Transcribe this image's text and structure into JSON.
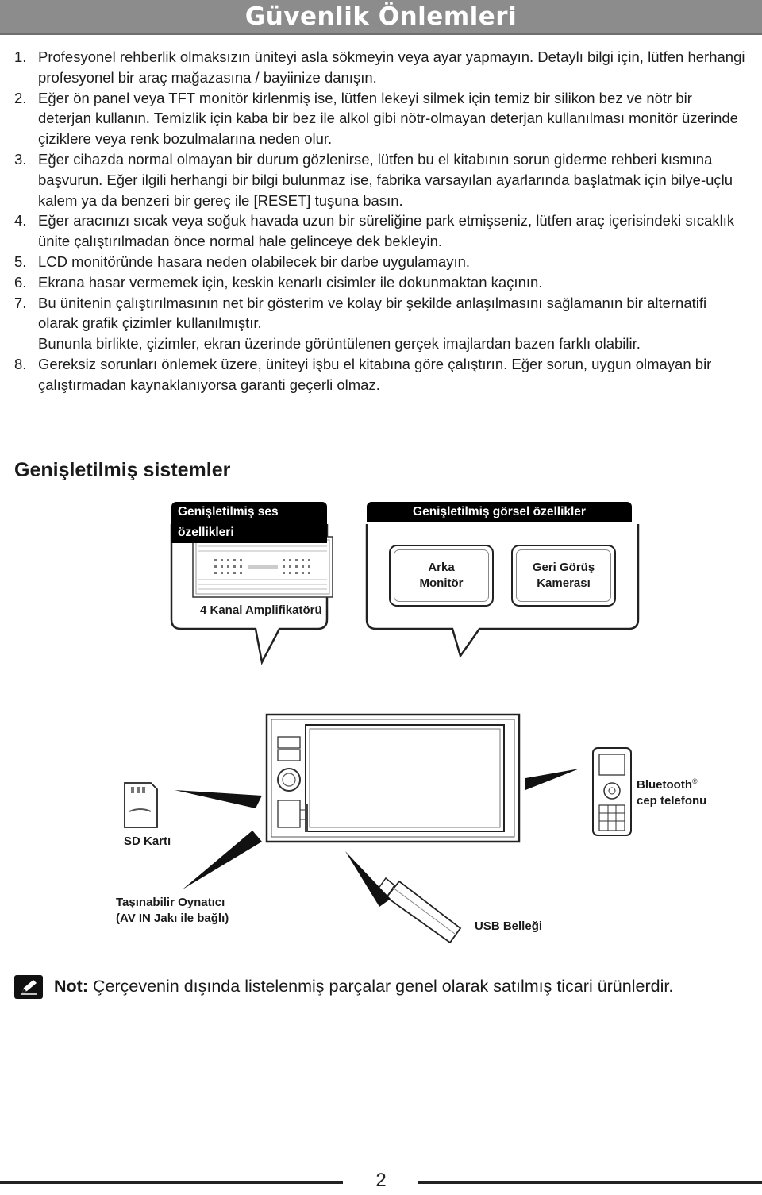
{
  "title": "Güvenlik Önlemleri",
  "precautions": [
    {
      "num": "1.",
      "text": "Profesyonel rehberlik olmaksızın üniteyi asla sökmeyin veya ayar yapmayın. Detaylı bilgi için, lütfen herhangi profesyonel bir araç mağazasına / bayiinize danışın."
    },
    {
      "num": "2.",
      "text": "Eğer ön panel veya TFT monitör kirlenmiş ise, lütfen lekeyi silmek için temiz bir silikon bez ve nötr bir deterjan kullanın. Temizlik için kaba bir bez ile alkol gibi nötr-olmayan deterjan kullanılması monitör üzerinde çiziklere veya renk bozulmalarına neden olur."
    },
    {
      "num": "3.",
      "text": "Eğer cihazda normal olmayan bir durum gözlenirse, lütfen bu el kitabının sorun giderme rehberi kısmına başvurun. Eğer ilgili herhangi bir bilgi bulunmaz ise, fabrika varsayılan ayarlarında başlatmak için bilye-uçlu kalem ya da benzeri bir gereç ile [RESET] tuşuna basın."
    },
    {
      "num": "4.",
      "text": "Eğer aracınızı sıcak veya soğuk havada uzun bir süreliğine park etmişseniz, lütfen araç içerisindeki sıcaklık ünite çalıştırılmadan önce normal hale gelinceye dek bekleyin."
    },
    {
      "num": "5.",
      "text": "LCD monitöründe hasara neden olabilecek bir darbe uygulamayın."
    },
    {
      "num": "6.",
      "text": "Ekrana hasar vermemek için, keskin kenarlı cisimler ile dokunmaktan kaçının."
    },
    {
      "num": "7.",
      "text": "Bu ünitenin çalıştırılmasının net bir gösterim ve kolay bir şekilde anlaşılmasını sağlamanın bir alternatifi olarak grafik çizimler kullanılmıştır.",
      "text2": "Bununla birlikte, çizimler, ekran üzerinde görüntülenen gerçek imajlardan bazen farklı olabilir."
    },
    {
      "num": "8.",
      "text": "Gereksiz sorunları önlemek üzere, üniteyi işbu el kitabına göre çalıştırın. Eğer sorun, uygun olmayan bir çalıştırmadan kaynaklanıyorsa garanti geçerli olmaz."
    }
  ],
  "extended": {
    "title": "Genişletilmiş sistemler",
    "audio_box_label": "Genişletilmiş ses özellikleri",
    "visual_box_label": "Genişletilmiş görsel özellikler",
    "amplifier_label": "4 Kanal Amplifikatörü",
    "rear_monitor_label": "Arka\nMonitör",
    "rear_camera_label": "Geri Görüş\nKamerası",
    "bluetooth_label": "Bluetooth",
    "bluetooth_reg": "®",
    "bluetooth_label2": "cep telefonu",
    "sd_label": "SD Kartı",
    "portable_label": "Taşınabilir Oynatıcı",
    "portable_label2": "(AV IN Jakı ile bağlı)",
    "usb_label": "USB Belleği"
  },
  "note": {
    "prefix": "Not:",
    "text": "Çerçevenin dışında listelenmiş parçalar genel olarak satılmış ticari ürünlerdir."
  },
  "page_number": "2"
}
